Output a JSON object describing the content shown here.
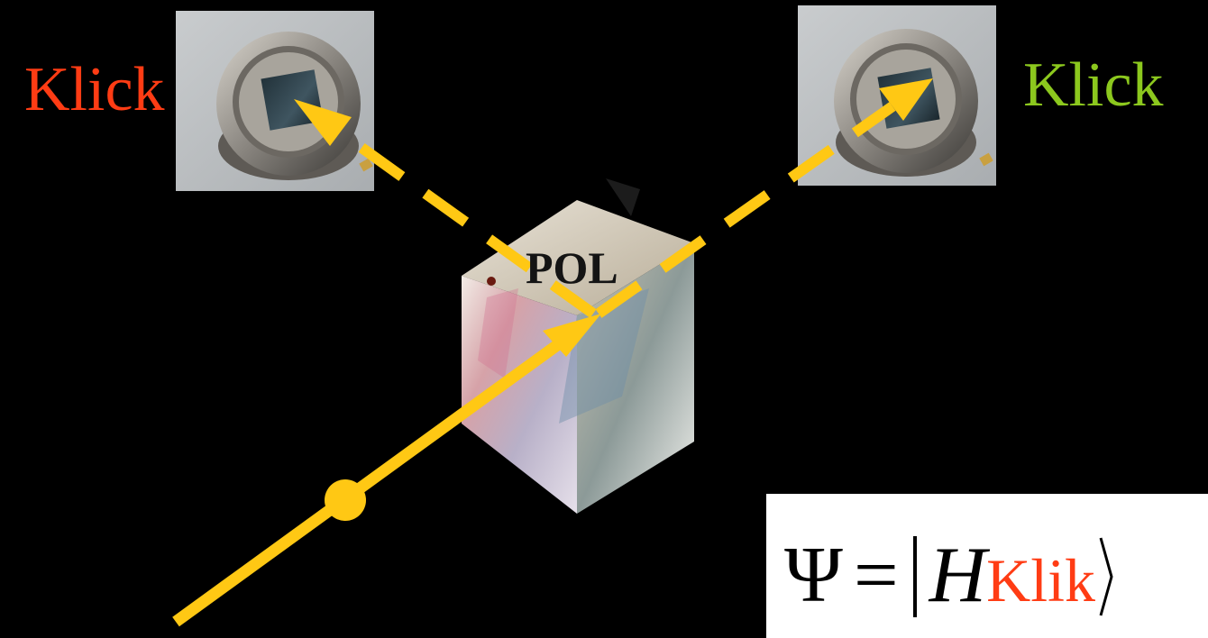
{
  "detector_left": {
    "label": "Klick",
    "label_color": "#ff3c14"
  },
  "detector_right": {
    "label": "Klick",
    "label_color": "#8cc81e"
  },
  "prism": {
    "label": "POL"
  },
  "beam_color": "#ffc814",
  "formula": {
    "psi": "Ψ",
    "equals": "=",
    "state": "H",
    "subscript": "Klik",
    "subscript_color": "#ff3c14"
  }
}
